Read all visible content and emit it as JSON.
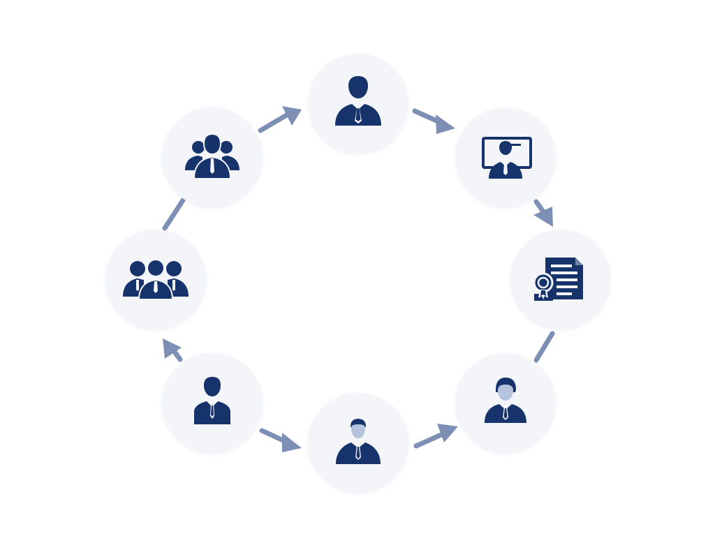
{
  "colors": {
    "background": "#ffffff",
    "node_fill": "#f3f5f8",
    "icon": "#17336b",
    "icon_face_light": "#b6c3dc",
    "arrow": "#7d8fb4"
  },
  "cycle": {
    "nodes": [
      {
        "id": "top",
        "icon": "businessman-icon"
      },
      {
        "id": "upper-right",
        "icon": "video-call-icon"
      },
      {
        "id": "right",
        "icon": "certificate-document-icon"
      },
      {
        "id": "lower-right",
        "icon": "employee-icon"
      },
      {
        "id": "bottom",
        "icon": "new-hire-icon"
      },
      {
        "id": "lower-left",
        "icon": "candidate-icon"
      },
      {
        "id": "left",
        "icon": "team-icon"
      },
      {
        "id": "upper-left",
        "icon": "leadership-group-icon"
      }
    ],
    "direction": "clockwise"
  }
}
